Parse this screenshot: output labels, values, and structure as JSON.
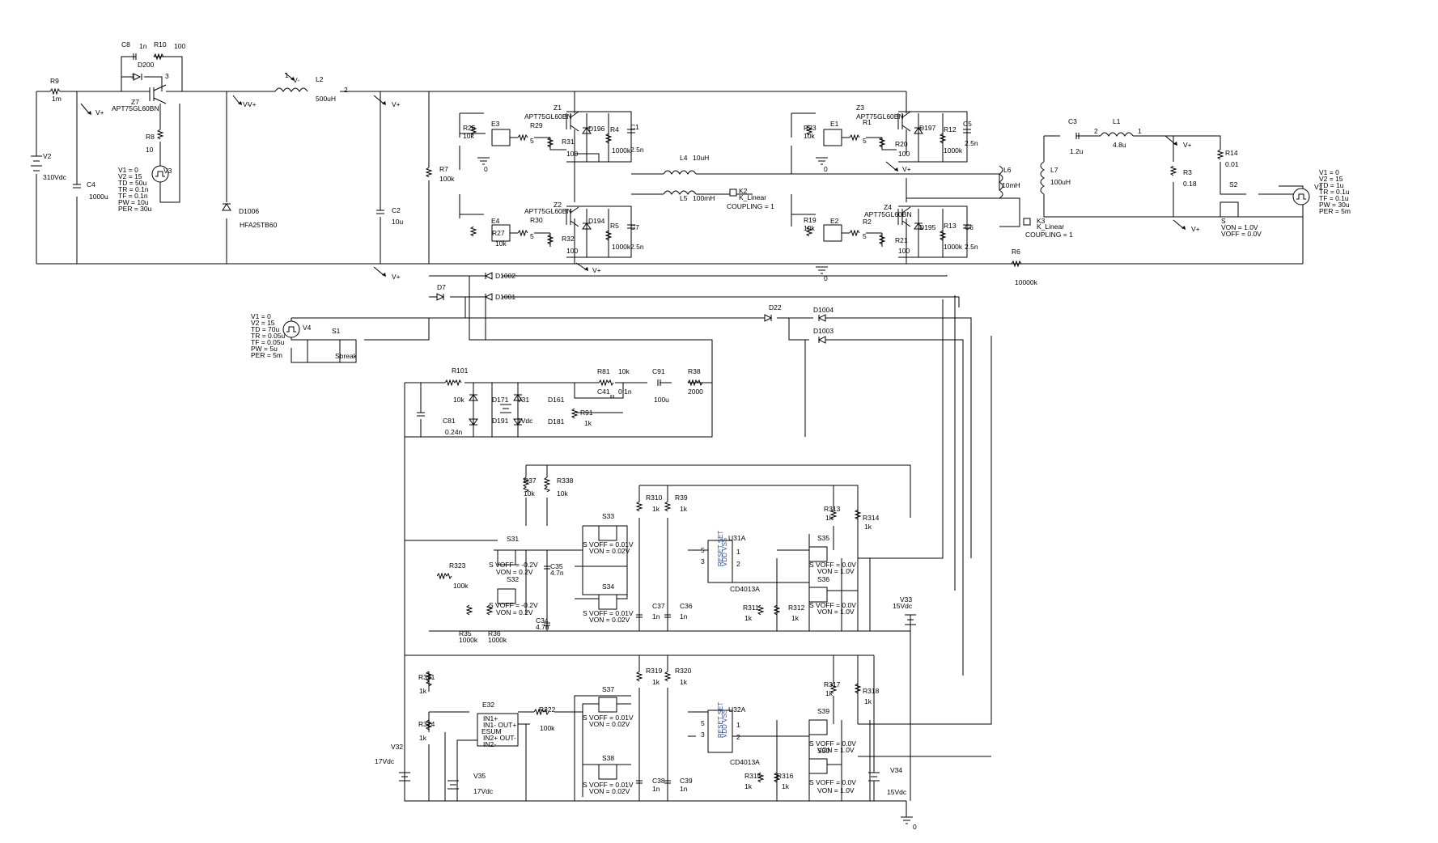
{
  "labels": [
    {
      "id": "L_C8",
      "t": "C8"
    },
    {
      "id": "L_1n",
      "t": "1n"
    },
    {
      "id": "L_R10",
      "t": "R10"
    },
    {
      "id": "L_100a",
      "t": "100"
    },
    {
      "id": "L_D200",
      "t": "D200"
    },
    {
      "id": "L_1a",
      "t": "1"
    },
    {
      "id": "L_3a",
      "t": "3"
    },
    {
      "id": "L_Z7",
      "t": "Z7"
    },
    {
      "id": "L_APTz7",
      "t": "APT75GL60BN"
    },
    {
      "id": "L_R9",
      "t": "R9"
    },
    {
      "id": "L_1m",
      "t": "1m"
    },
    {
      "id": "L_R8",
      "t": "R8"
    },
    {
      "id": "L_10",
      "t": "10"
    },
    {
      "id": "L_V3",
      "t": "V3"
    },
    {
      "id": "L_v3a",
      "t": "V1 = 0"
    },
    {
      "id": "L_v3b",
      "t": "V2 = 15"
    },
    {
      "id": "L_v3c",
      "t": "TD = 50u"
    },
    {
      "id": "L_v3d",
      "t": "TR = 0.1n"
    },
    {
      "id": "L_v3e",
      "t": "TF = 0.1n"
    },
    {
      "id": "L_v3f",
      "t": "PW = 10u"
    },
    {
      "id": "L_v3g",
      "t": "PER = 30u"
    },
    {
      "id": "L_V2",
      "t": "V2"
    },
    {
      "id": "L_310",
      "t": "310Vdc"
    },
    {
      "id": "L_C4",
      "t": "C4"
    },
    {
      "id": "L_1000u",
      "t": "1000u"
    },
    {
      "id": "L_D1006",
      "t": "D1006"
    },
    {
      "id": "L_HFA",
      "t": "HFA25TB60"
    },
    {
      "id": "L_L2",
      "t": "L2"
    },
    {
      "id": "L_500uH",
      "t": "500uH"
    },
    {
      "id": "L_1b",
      "t": "1"
    },
    {
      "id": "L_2b",
      "t": "2"
    },
    {
      "id": "L_C2",
      "t": "C2"
    },
    {
      "id": "L_10u",
      "t": "10u"
    },
    {
      "id": "L_R7",
      "t": "R7"
    },
    {
      "id": "L_100k7",
      "t": "100k"
    },
    {
      "id": "L_R26",
      "t": "R26"
    },
    {
      "id": "L_10k26",
      "t": "10k"
    },
    {
      "id": "L_E3",
      "t": "E3"
    },
    {
      "id": "L_R29",
      "t": "R29"
    },
    {
      "id": "L_5a",
      "t": "5"
    },
    {
      "id": "L_Z1",
      "t": "Z1"
    },
    {
      "id": "L_APTz1",
      "t": "APT75GL60BN"
    },
    {
      "id": "L_R31",
      "t": "R31"
    },
    {
      "id": "L_100r31",
      "t": "100"
    },
    {
      "id": "L_D196",
      "t": "D196"
    },
    {
      "id": "L_R4",
      "t": "R4"
    },
    {
      "id": "L_1000k4",
      "t": "1000k"
    },
    {
      "id": "L_C1",
      "t": "C1"
    },
    {
      "id": "L_2n5a",
      "t": "2.5n"
    },
    {
      "id": "L_Z2",
      "t": "Z2"
    },
    {
      "id": "L_APTz2",
      "t": "APT75GL60BN"
    },
    {
      "id": "L_E4",
      "t": "E4"
    },
    {
      "id": "L_R27",
      "t": "R27"
    },
    {
      "id": "L_10k27",
      "t": "10k"
    },
    {
      "id": "L_R30",
      "t": "R30"
    },
    {
      "id": "L_5b",
      "t": "5"
    },
    {
      "id": "L_R32",
      "t": "R32"
    },
    {
      "id": "L_100r32",
      "t": "100"
    },
    {
      "id": "L_D194",
      "t": "D194"
    },
    {
      "id": "L_R5",
      "t": "R5"
    },
    {
      "id": "L_1000k5",
      "t": "1000k"
    },
    {
      "id": "L_C7",
      "t": "C7"
    },
    {
      "id": "L_2n5b",
      "t": "2.5n"
    },
    {
      "id": "L_L4",
      "t": "L4"
    },
    {
      "id": "L_10uH",
      "t": "10uH"
    },
    {
      "id": "L_L5",
      "t": "L5"
    },
    {
      "id": "L_100mH",
      "t": "100mH"
    },
    {
      "id": "L_K2",
      "t": "K2"
    },
    {
      "id": "L_K2lin",
      "t": "K_Linear"
    },
    {
      "id": "L_coup2",
      "t": "COUPLING = 1"
    },
    {
      "id": "L_R23",
      "t": "R23"
    },
    {
      "id": "L_10k23",
      "t": "10k"
    },
    {
      "id": "L_E1",
      "t": "E1"
    },
    {
      "id": "L_R1",
      "t": "R1"
    },
    {
      "id": "L_5c",
      "t": "5"
    },
    {
      "id": "L_Z3",
      "t": "Z3"
    },
    {
      "id": "L_APTz3",
      "t": "APT75GL60BN"
    },
    {
      "id": "L_R20",
      "t": "R20"
    },
    {
      "id": "L_100r20",
      "t": "100"
    },
    {
      "id": "L_D197",
      "t": "D197"
    },
    {
      "id": "L_R12",
      "t": "R12"
    },
    {
      "id": "L_1000k12",
      "t": "1000k"
    },
    {
      "id": "L_C5",
      "t": "C5"
    },
    {
      "id": "L_2n5c",
      "t": "2.5n"
    },
    {
      "id": "L_R19",
      "t": "R19"
    },
    {
      "id": "L_10k19",
      "t": "10k"
    },
    {
      "id": "L_E2",
      "t": "E2"
    },
    {
      "id": "L_R2",
      "t": "R2"
    },
    {
      "id": "L_5d",
      "t": "5"
    },
    {
      "id": "L_Z4",
      "t": "Z4"
    },
    {
      "id": "L_APTz4",
      "t": "APT75GL60BN"
    },
    {
      "id": "L_R21",
      "t": "R21"
    },
    {
      "id": "L_100r21",
      "t": "100"
    },
    {
      "id": "L_D195",
      "t": "D195"
    },
    {
      "id": "L_R13",
      "t": "R13"
    },
    {
      "id": "L_1000k13",
      "t": "1000k"
    },
    {
      "id": "L_C6",
      "t": "C6"
    },
    {
      "id": "L_2n5d",
      "t": "2.5n"
    },
    {
      "id": "L_L6",
      "t": "L6"
    },
    {
      "id": "L_10mH",
      "t": "10mH"
    },
    {
      "id": "L_L7",
      "t": "L7"
    },
    {
      "id": "L_100uH",
      "t": "100uH"
    },
    {
      "id": "L_K3",
      "t": "K3"
    },
    {
      "id": "L_K3lin",
      "t": "K_Linear"
    },
    {
      "id": "L_coup3",
      "t": "COUPLING = 1"
    },
    {
      "id": "L_C3",
      "t": "C3"
    },
    {
      "id": "L_1p2u",
      "t": "1.2u"
    },
    {
      "id": "L_L1",
      "t": "L1"
    },
    {
      "id": "L_4p8u",
      "t": "4.8u"
    },
    {
      "id": "L_2c",
      "t": "2"
    },
    {
      "id": "L_1c",
      "t": "1"
    },
    {
      "id": "L_R14",
      "t": "R14"
    },
    {
      "id": "L_0p01",
      "t": "0.01"
    },
    {
      "id": "L_R3",
      "t": "R3"
    },
    {
      "id": "L_0p18",
      "t": "0.18"
    },
    {
      "id": "L_S2",
      "t": "S2"
    },
    {
      "id": "L_S2s",
      "t": "S"
    },
    {
      "id": "L_S2on",
      "t": "VON = 1.0V"
    },
    {
      "id": "L_S2off",
      "t": "VOFF = 0.0V"
    },
    {
      "id": "L_V1",
      "t": "V1"
    },
    {
      "id": "L_v1a",
      "t": "V1 = 0"
    },
    {
      "id": "L_v1b",
      "t": "V2 = 15"
    },
    {
      "id": "L_v1c",
      "t": "TD = 1u"
    },
    {
      "id": "L_v1d",
      "t": "TR = 0.1u"
    },
    {
      "id": "L_v1e",
      "t": "TF = 0.1u"
    },
    {
      "id": "L_v1f",
      "t": "PW = 30u"
    },
    {
      "id": "L_v1g",
      "t": "PER = 5m"
    },
    {
      "id": "L_R6",
      "t": "R6"
    },
    {
      "id": "L_10000k",
      "t": "10000k"
    },
    {
      "id": "L_D7",
      "t": "D7"
    },
    {
      "id": "L_D1002",
      "t": "D1002"
    },
    {
      "id": "L_D1001",
      "t": "D1001"
    },
    {
      "id": "L_D22",
      "t": "D22"
    },
    {
      "id": "L_D1004",
      "t": "D1004"
    },
    {
      "id": "L_D1003",
      "t": "D1003"
    },
    {
      "id": "L_V4",
      "t": "V4"
    },
    {
      "id": "L_v4a",
      "t": "V1 = 0"
    },
    {
      "id": "L_v4b",
      "t": "V2 = 15"
    },
    {
      "id": "L_v4c",
      "t": "TD = 70u"
    },
    {
      "id": "L_v4d",
      "t": "TR = 0.05u"
    },
    {
      "id": "L_v4e",
      "t": "TF = 0.05u"
    },
    {
      "id": "L_v4f",
      "t": "PW = 5u"
    },
    {
      "id": "L_v4g",
      "t": "PER = 5m"
    },
    {
      "id": "L_S1",
      "t": "S1"
    },
    {
      "id": "L_Sbreak",
      "t": "Sbreak"
    },
    {
      "id": "L_R101",
      "t": "R101"
    },
    {
      "id": "L_10k101",
      "t": "10k"
    },
    {
      "id": "L_D171",
      "t": "D171"
    },
    {
      "id": "L_V31",
      "t": "V31"
    },
    {
      "id": "L_D161",
      "t": "D161"
    },
    {
      "id": "L_D191",
      "t": "D191"
    },
    {
      "id": "L_1Vdc",
      "t": "1Vdc"
    },
    {
      "id": "L_D181",
      "t": "D181"
    },
    {
      "id": "L_C81",
      "t": "C81"
    },
    {
      "id": "L_0p24n",
      "t": "0.24n"
    },
    {
      "id": "L_R81",
      "t": "R81"
    },
    {
      "id": "L_10k81",
      "t": "10k"
    },
    {
      "id": "L_C41",
      "t": "C41"
    },
    {
      "id": "L_0p1n",
      "t": "0.1n"
    },
    {
      "id": "L_C91",
      "t": "C91"
    },
    {
      "id": "L_100u91",
      "t": "100u"
    },
    {
      "id": "L_R38",
      "t": "R38"
    },
    {
      "id": "L_2000",
      "t": "2000"
    },
    {
      "id": "L_R91",
      "t": "R91"
    },
    {
      "id": "L_1k91",
      "t": "1k"
    },
    {
      "id": "L_R37",
      "t": "R37"
    },
    {
      "id": "L_10k37",
      "t": "10k"
    },
    {
      "id": "L_R338",
      "t": "R338"
    },
    {
      "id": "L_10k338",
      "t": "10k"
    },
    {
      "id": "L_S31",
      "t": "S31"
    },
    {
      "id": "L_S31a",
      "t": "S VOFF = -0.2V"
    },
    {
      "id": "L_S31b",
      "t": "VON = 0.2V"
    },
    {
      "id": "L_S32",
      "t": "S32"
    },
    {
      "id": "L_S32a",
      "t": "S VOFF = -0.2V"
    },
    {
      "id": "L_S32b",
      "t": "VON = 0.2V"
    },
    {
      "id": "L_R323",
      "t": "R323"
    },
    {
      "id": "L_100k323",
      "t": "100k"
    },
    {
      "id": "L_C35",
      "t": "C35"
    },
    {
      "id": "L_4p7n35",
      "t": "4.7n"
    },
    {
      "id": "L_C34",
      "t": "C34"
    },
    {
      "id": "L_4p7n34",
      "t": "4.7n"
    },
    {
      "id": "L_R35",
      "t": "R35"
    },
    {
      "id": "L_1000k35",
      "t": "1000k"
    },
    {
      "id": "L_R36",
      "t": "R36"
    },
    {
      "id": "L_1000k36",
      "t": "1000k"
    },
    {
      "id": "L_S33",
      "t": "S33"
    },
    {
      "id": "L_S33a",
      "t": "S VOFF = 0.01V"
    },
    {
      "id": "L_S33b",
      "t": "VON = 0.02V"
    },
    {
      "id": "L_S34",
      "t": "S34"
    },
    {
      "id": "L_S34a",
      "t": "S VOFF = 0.01V"
    },
    {
      "id": "L_S34b",
      "t": "VON = 0.02V"
    },
    {
      "id": "L_R310",
      "t": "R310"
    },
    {
      "id": "L_1k310",
      "t": "1k"
    },
    {
      "id": "L_R39",
      "t": "R39"
    },
    {
      "id": "L_1k39",
      "t": "1k"
    },
    {
      "id": "L_C37",
      "t": "C37"
    },
    {
      "id": "L_1n37",
      "t": "1n"
    },
    {
      "id": "L_C36",
      "t": "C36"
    },
    {
      "id": "L_1n36",
      "t": "1n"
    },
    {
      "id": "L_U31A",
      "t": "U31A"
    },
    {
      "id": "L_CD1",
      "t": "CD4013A"
    },
    {
      "id": "L_u31p5",
      "t": "5"
    },
    {
      "id": "L_u31p3",
      "t": "3"
    },
    {
      "id": "L_u31p1",
      "t": "1"
    },
    {
      "id": "L_u31p2",
      "t": "2"
    },
    {
      "id": "L_R311",
      "t": "R311"
    },
    {
      "id": "L_1k311",
      "t": "1k"
    },
    {
      "id": "L_R312",
      "t": "R312"
    },
    {
      "id": "L_1k312",
      "t": "1k"
    },
    {
      "id": "L_R313",
      "t": "R313"
    },
    {
      "id": "L_1k313",
      "t": "1k"
    },
    {
      "id": "L_R314",
      "t": "R314"
    },
    {
      "id": "L_1k314",
      "t": "1k"
    },
    {
      "id": "L_S35",
      "t": "S35"
    },
    {
      "id": "L_S35a",
      "t": "S VOFF = 0.0V"
    },
    {
      "id": "L_S35b",
      "t": "VON = 1.0V"
    },
    {
      "id": "L_S36",
      "t": "S36"
    },
    {
      "id": "L_S36a",
      "t": "S VOFF = 0.0V"
    },
    {
      "id": "L_S36b",
      "t": "VON = 1.0V"
    },
    {
      "id": "L_V33",
      "t": "V33"
    },
    {
      "id": "L_15Vdc33",
      "t": "15Vdc"
    },
    {
      "id": "L_R321",
      "t": "R321"
    },
    {
      "id": "L_1k321",
      "t": "1k"
    },
    {
      "id": "L_R324",
      "t": "R324"
    },
    {
      "id": "L_1k324",
      "t": "1k"
    },
    {
      "id": "L_V32",
      "t": "V32"
    },
    {
      "id": "L_17Vdc32",
      "t": "17Vdc"
    },
    {
      "id": "L_E32",
      "t": "E32"
    },
    {
      "id": "L_e1",
      "t": "IN1+"
    },
    {
      "id": "L_e2",
      "t": "IN1- OUT+"
    },
    {
      "id": "L_e3",
      "t": "ESUM"
    },
    {
      "id": "L_e4",
      "t": "IN2+ OUT-"
    },
    {
      "id": "L_e5",
      "t": "IN2-"
    },
    {
      "id": "L_V35",
      "t": "V35"
    },
    {
      "id": "L_17Vdc35",
      "t": "17Vdc"
    },
    {
      "id": "L_R322",
      "t": "R322"
    },
    {
      "id": "L_100k322",
      "t": "100k"
    },
    {
      "id": "L_S37",
      "t": "S37"
    },
    {
      "id": "L_S37a",
      "t": "S VOFF = 0.01V"
    },
    {
      "id": "L_S37b",
      "t": "VON = 0.02V"
    },
    {
      "id": "L_S38",
      "t": "S38"
    },
    {
      "id": "L_S38a",
      "t": "S VOFF = 0.01V"
    },
    {
      "id": "L_S38b",
      "t": "VON = 0.02V"
    },
    {
      "id": "L_R319",
      "t": "R319"
    },
    {
      "id": "L_1k319",
      "t": "1k"
    },
    {
      "id": "L_R320",
      "t": "R320"
    },
    {
      "id": "L_1k320",
      "t": "1k"
    },
    {
      "id": "L_C38",
      "t": "C38"
    },
    {
      "id": "L_1n38",
      "t": "1n"
    },
    {
      "id": "L_C39",
      "t": "C39"
    },
    {
      "id": "L_1n39",
      "t": "1n"
    },
    {
      "id": "L_U32A",
      "t": "U32A"
    },
    {
      "id": "L_CD2",
      "t": "CD4013A"
    },
    {
      "id": "L_u32p5",
      "t": "5"
    },
    {
      "id": "L_u32p3",
      "t": "3"
    },
    {
      "id": "L_u32p1",
      "t": "1"
    },
    {
      "id": "L_u32p2",
      "t": "2"
    },
    {
      "id": "L_R315",
      "t": "R315"
    },
    {
      "id": "L_1k315",
      "t": "1k"
    },
    {
      "id": "L_R316",
      "t": "R316"
    },
    {
      "id": "L_1k316",
      "t": "1k"
    },
    {
      "id": "L_R317",
      "t": "R317"
    },
    {
      "id": "L_1k317",
      "t": "1k"
    },
    {
      "id": "L_R318",
      "t": "R318"
    },
    {
      "id": "L_1k318",
      "t": "1k"
    },
    {
      "id": "L_S39",
      "t": "S39"
    },
    {
      "id": "L_S39a",
      "t": "S VOFF = 0.0V"
    },
    {
      "id": "L_S39b",
      "t": "VON = 1.0V"
    },
    {
      "id": "L_S30",
      "t": "S30"
    },
    {
      "id": "L_S30a",
      "t": "S VOFF = 0.0V"
    },
    {
      "id": "L_S30b",
      "t": "VON = 1.0V"
    },
    {
      "id": "L_V34",
      "t": "V34"
    },
    {
      "id": "L_15Vdc34",
      "t": "15Vdc"
    },
    {
      "id": "L_gnd0a",
      "t": "0"
    },
    {
      "id": "L_gnd0b",
      "t": "0"
    },
    {
      "id": "L_gnd0c",
      "t": "0"
    },
    {
      "id": "L_gnd0d",
      "t": "0"
    },
    {
      "id": "L_vp1",
      "t": "V+"
    },
    {
      "id": "L_vp2",
      "t": "V+"
    },
    {
      "id": "L_vp3",
      "t": "V+"
    },
    {
      "id": "L_vp4",
      "t": "V+"
    },
    {
      "id": "L_vp5",
      "t": "V+"
    },
    {
      "id": "L_vp6",
      "t": "V+"
    },
    {
      "id": "L_vp7",
      "t": "V+"
    },
    {
      "id": "L_vp8",
      "t": "V+"
    },
    {
      "id": "L_vm1",
      "t": "V-"
    },
    {
      "id": "L_vm2",
      "t": "V-"
    },
    {
      "id": "L_ic1",
      "t": "RESET SET"
    },
    {
      "id": "L_ic2",
      "t": "VDD VSS"
    },
    {
      "id": "L_ic3",
      "t": "RESET SET"
    },
    {
      "id": "L_ic4",
      "t": "VDD VSS"
    }
  ]
}
